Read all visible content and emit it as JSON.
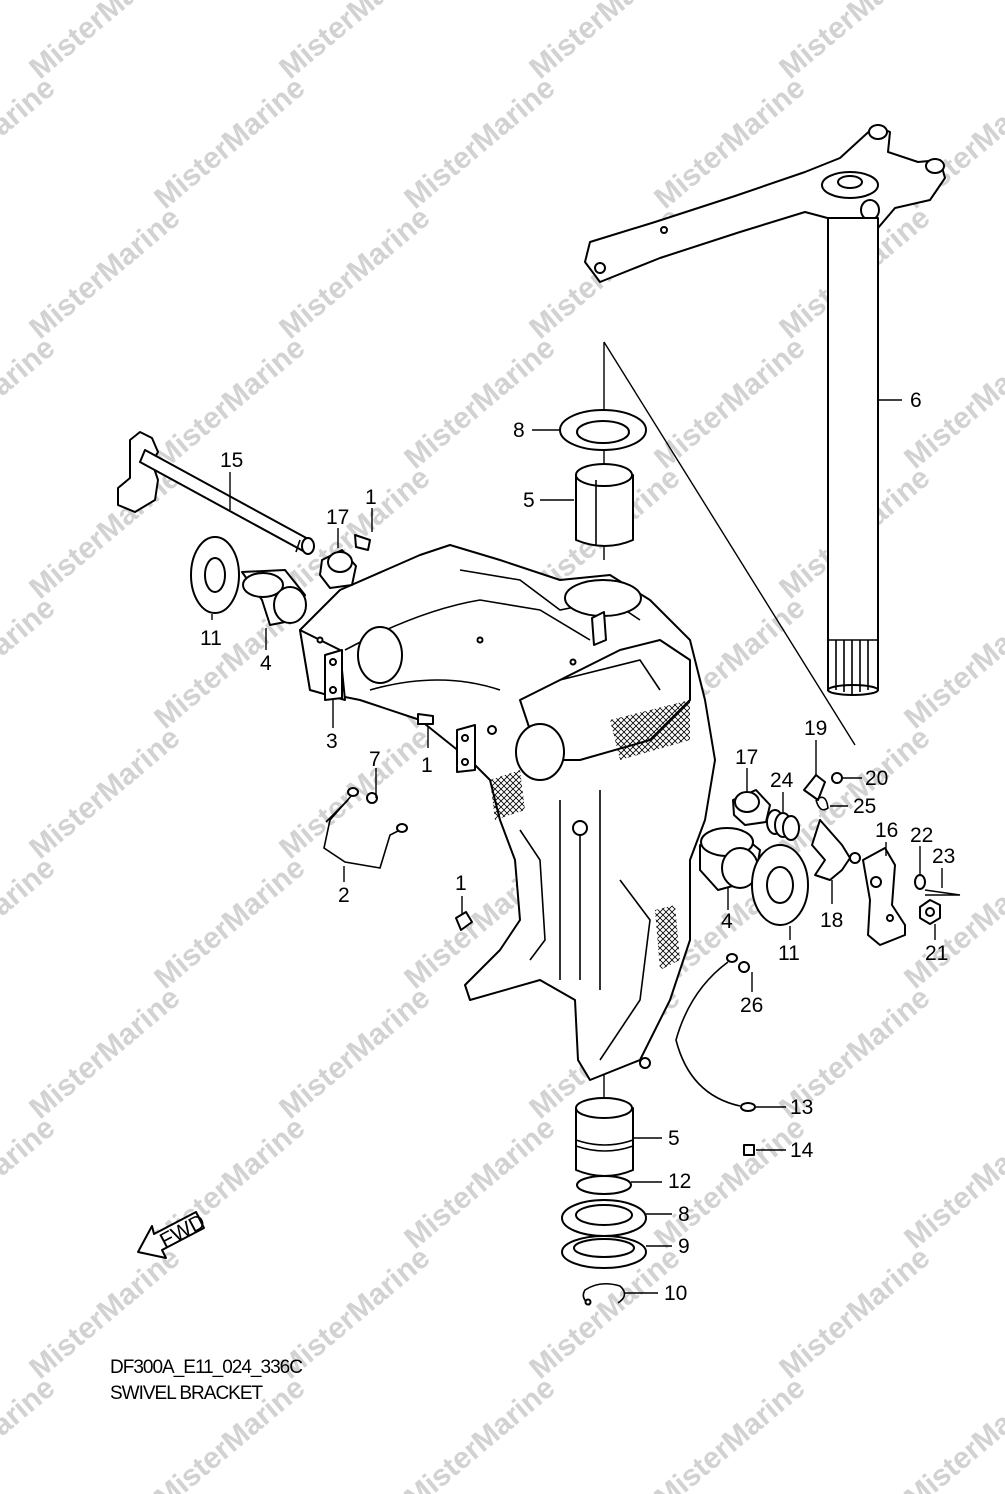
{
  "watermark": "MisterMarine",
  "diagram_code": "DF300A_E11_024_336C",
  "diagram_caption": "SWIVEL BRACKET",
  "fwd_label": "FWD",
  "callouts": [
    "6",
    "8",
    "5",
    "15",
    "17",
    "1",
    "11",
    "4",
    "3",
    "1",
    "7",
    "2",
    "1",
    "19",
    "20",
    "17",
    "24",
    "25",
    "16",
    "22",
    "23",
    "18",
    "11",
    "4",
    "21",
    "26",
    "13",
    "14",
    "5",
    "12",
    "8",
    "9",
    "10"
  ]
}
